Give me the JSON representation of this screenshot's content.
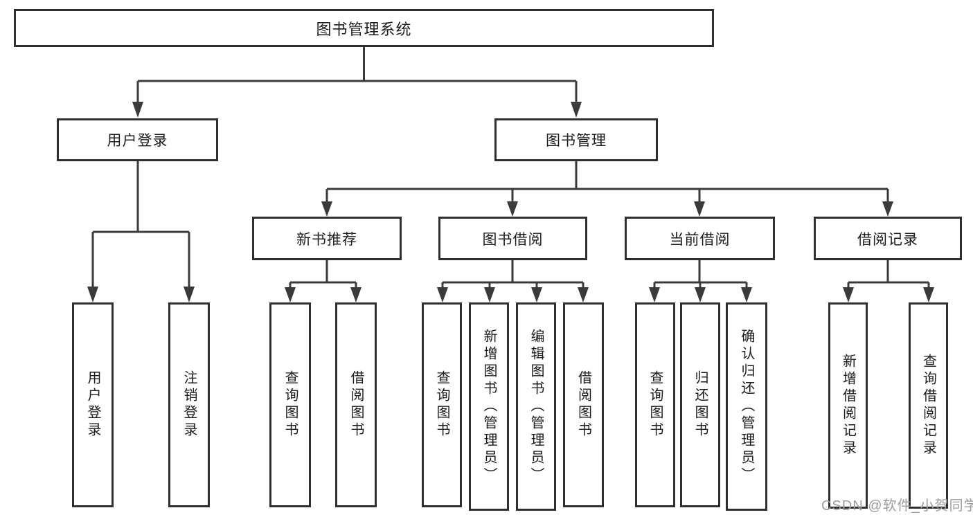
{
  "diagram": {
    "root": {
      "label": "图书管理系统"
    },
    "level2": {
      "user_login": {
        "label": "用户登录"
      },
      "book_mgmt": {
        "label": "图书管理"
      }
    },
    "level3": {
      "new_book_rec": {
        "label": "新书推荐"
      },
      "book_borrow": {
        "label": "图书借阅"
      },
      "current_borrow": {
        "label": "当前借阅"
      },
      "borrow_records": {
        "label": "借阅记录"
      }
    },
    "leaves": {
      "user_login_leaf": {
        "label": "用户登录"
      },
      "logout": {
        "label": "注销登录"
      },
      "rec_query_book": {
        "label": "查询图书"
      },
      "rec_borrow_book": {
        "label": "借阅图书"
      },
      "bb_query_book": {
        "label": "查询图书"
      },
      "bb_add_book": {
        "label": "新增图书（管理员）"
      },
      "bb_edit_book": {
        "label": "编辑图书（管理员）"
      },
      "bb_borrow_book": {
        "label": "借阅图书"
      },
      "cb_query_book": {
        "label": "查询图书"
      },
      "cb_return_book": {
        "label": "归还图书"
      },
      "cb_confirm_return": {
        "label": "确认归还（管理员）"
      },
      "br_add_record": {
        "label": "新增借阅记录"
      },
      "br_query_record": {
        "label": "查询借阅记录"
      }
    }
  },
  "watermark": {
    "text": "CSDN @软件_小贺同学"
  },
  "colors": {
    "border": "#2f2f2f",
    "line": "#3a3a3a",
    "text": "#1c1c1c",
    "watermark": "#9c9c9c",
    "background": "#ffffff"
  }
}
